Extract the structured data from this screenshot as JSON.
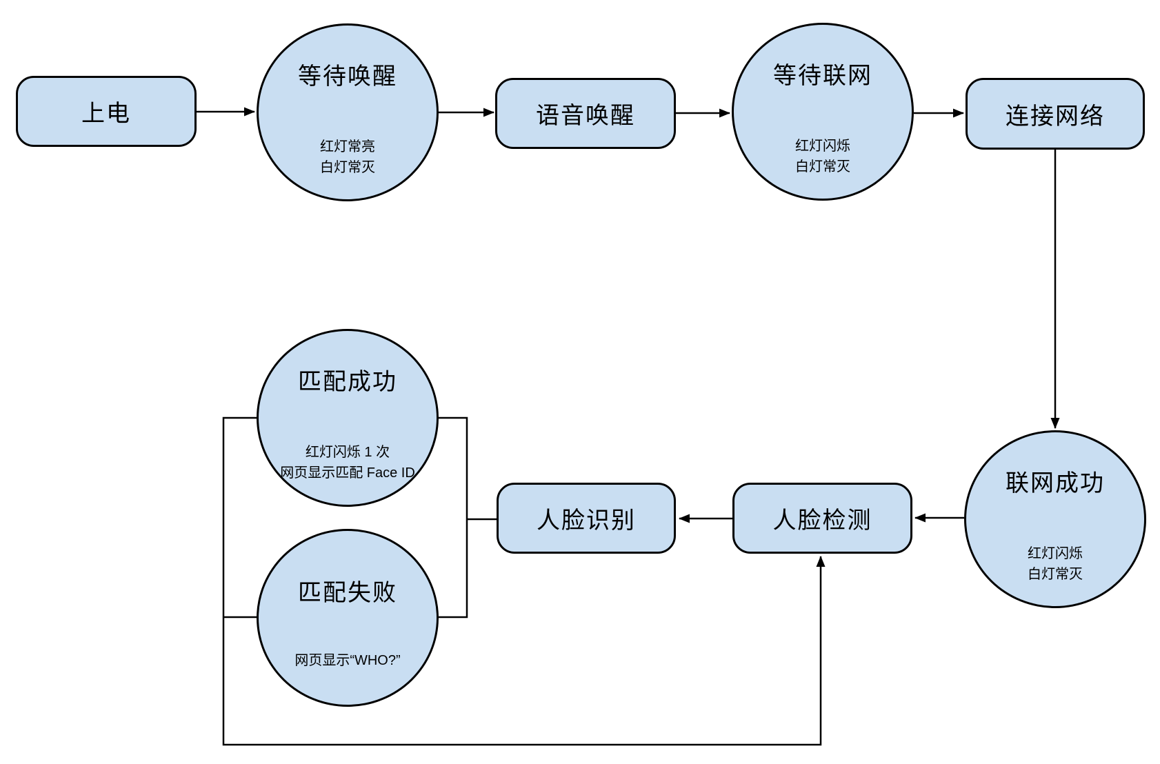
{
  "diagram": {
    "type": "flowchart",
    "background": "#ffffff"
  },
  "colors": {
    "node_fill": "#c9def2",
    "node_stroke": "#000000",
    "connector": "#000000",
    "background": "#ffffff"
  },
  "nodes": {
    "power_on": {
      "label": "上电"
    },
    "wait_wake": {
      "title": "等待唤醒",
      "line1": "红灯常亮",
      "line2": "白灯常灭"
    },
    "voice_wake": {
      "label": "语音唤醒"
    },
    "wait_network": {
      "title": "等待联网",
      "line1": "红灯闪烁",
      "line2": "白灯常灭"
    },
    "connect_network": {
      "label": "连接网络"
    },
    "network_success": {
      "title": "联网成功",
      "line1": "红灯闪烁",
      "line2": "白灯常灭"
    },
    "face_detection": {
      "label": "人脸检测"
    },
    "face_recognition": {
      "label": "人脸识别"
    },
    "match_success": {
      "title": "匹配成功",
      "line1": "红灯闪烁 1 次",
      "line2": "网页显示匹配 Face ID"
    },
    "match_fail": {
      "title": "匹配失败",
      "line1": "网页显示“WHO?”"
    }
  }
}
